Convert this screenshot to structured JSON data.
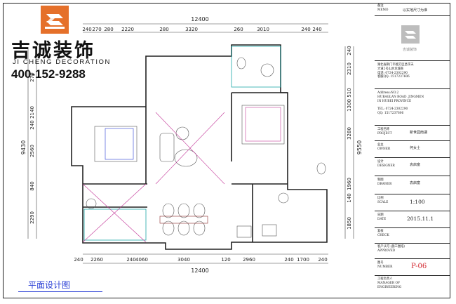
{
  "brand": {
    "name_cn": "吉诚装饰",
    "name_en": "JI CHENG DECORATION",
    "phone": "400-152-9288",
    "accent_color": "#e5702a"
  },
  "plan_title": "平面设计图",
  "dimensions": {
    "top_total": "12400",
    "bottom_total": "12400",
    "top_segments": [
      "240",
      "270",
      "280",
      "2220",
      "280",
      "3320",
      "260",
      "3010",
      "240",
      "240"
    ],
    "bottom_segments": [
      "240",
      "2260",
      "240",
      "4060",
      "3040",
      "120",
      "2960",
      "240",
      "1700",
      "240"
    ],
    "left_total": "9430",
    "left_segments": [
      "270",
      "2140",
      "240",
      "2560",
      "840",
      "2290"
    ],
    "right_total": "9550",
    "right_segments": [
      "240",
      "2310",
      "510",
      "1300",
      "3280",
      "1960",
      "140",
      "1850"
    ]
  },
  "title_block": {
    "memo_label": "备注\nMEMO",
    "memo_value": "以实地尺寸为准",
    "company_name": "吉诚装饰",
    "address_cn": "湖北省荆门市掇刀区昌宇天\n大道2号山水龙城商\n电话: 0724-2302290\n客服QQ: 1517237606",
    "address_en": "Address:NO.2\nHUBAGLAN ROAD ,JINGMEN\nIN HUBEI PROVINCE\n\nTEL: 0724-2302290\nQQ: 1517237606",
    "project_label": "工程名称\nPROJECT",
    "project_value": "新世园南湖",
    "owner_label": "业主\nOWNER",
    "owner_value": "何女士",
    "designer_label": "设计\nDESIGNER",
    "designer_value": "袁启富",
    "drawer_label": "制图\nDRAWER",
    "drawer_value": "袁启富",
    "scale_label": "比例\nSCALE",
    "scale_value": "1:100",
    "date_label": "日期\nDATE",
    "date_value": "2015.11.1",
    "check_label": "复核\nCHECK",
    "approved_label": "客户认可 (施工图纸)\nAPPROVED",
    "number_label": "图号\nNUMBER",
    "number_value": "P-06",
    "manager_label": "工程负责人\nMANAGER OF\nENGINEERING"
  }
}
